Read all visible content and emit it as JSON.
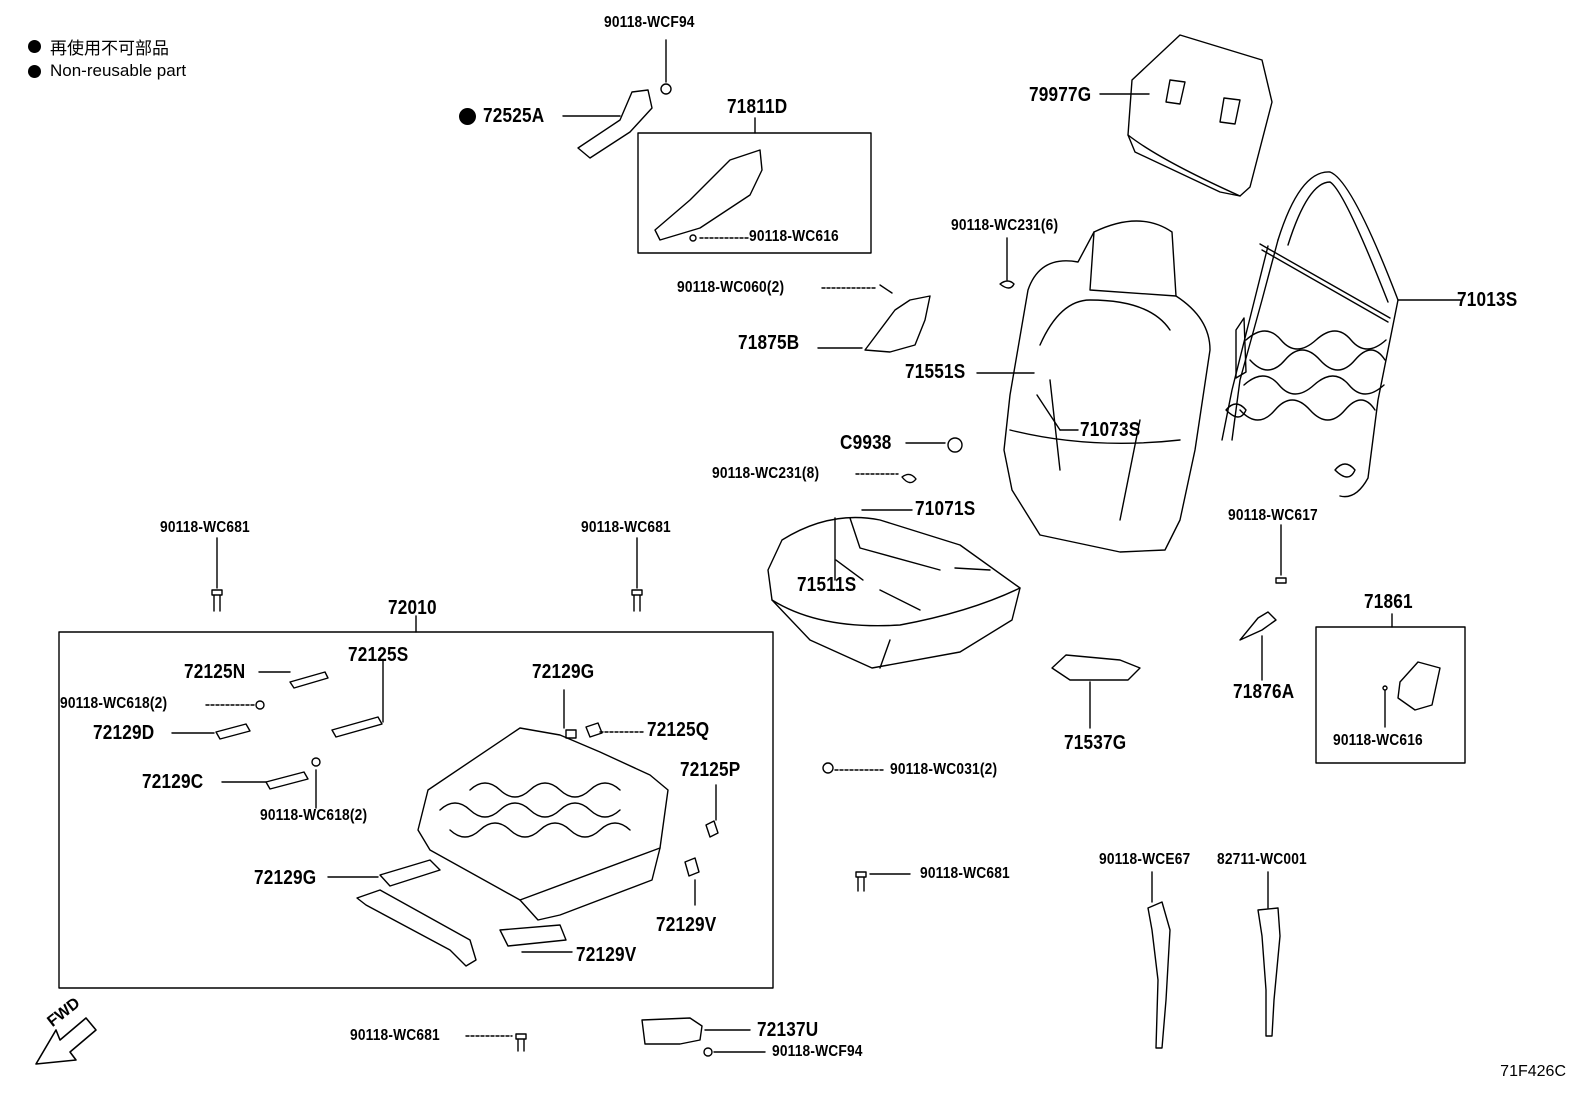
{
  "legend": [
    {
      "text": "再使用不可部品"
    },
    {
      "text": "Non-reusable part"
    }
  ],
  "diagram_code": "71F426C",
  "fwd_label": "FWD",
  "labels": {
    "l_90118_wcf94_top": "90118-WCF94",
    "l_72525a": "72525A",
    "l_71811d": "71811D",
    "l_90118_wc616_a": "90118-WC616",
    "l_79977g": "79977G",
    "l_90118_wc231_6": "90118-WC231(6)",
    "l_71013s": "71013S",
    "l_90118_wc060_2": "90118-WC060(2)",
    "l_71875b": "71875B",
    "l_71551s": "71551S",
    "l_71073s": "71073S",
    "l_c9938": "C9938",
    "l_90118_wc231_8": "90118-WC231(8)",
    "l_71071s": "71071S",
    "l_71511s": "71511S",
    "l_90118_wc617": "90118-WC617",
    "l_90118_wc681_a": "90118-WC681",
    "l_90118_wc681_b": "90118-WC681",
    "l_72010": "72010",
    "l_71861": "71861",
    "l_72125n": "72125N",
    "l_72125s": "72125S",
    "l_72129g_top": "72129G",
    "l_90118_wc618_2_a": "90118-WC618(2)",
    "l_72129d": "72129D",
    "l_72125q": "72125Q",
    "l_71876a": "71876A",
    "l_71537g": "71537G",
    "l_90118_wc616_b": "90118-WC616",
    "l_72125p": "72125P",
    "l_72129c": "72129C",
    "l_90118_wc031_2": "90118-WC031(2)",
    "l_90118_wc618_2_b": "90118-WC618(2)",
    "l_90118_wce67": "90118-WCE67",
    "l_82711_wc001": "82711-WC001",
    "l_72129g_bottom": "72129G",
    "l_90118_wc681_c": "90118-WC681",
    "l_72129v_a": "72129V",
    "l_72129v_b": "72129V",
    "l_90118_wc681_d": "90118-WC681",
    "l_72137u": "72137U",
    "l_90118_wcf94_bottom": "90118-WCF94"
  }
}
